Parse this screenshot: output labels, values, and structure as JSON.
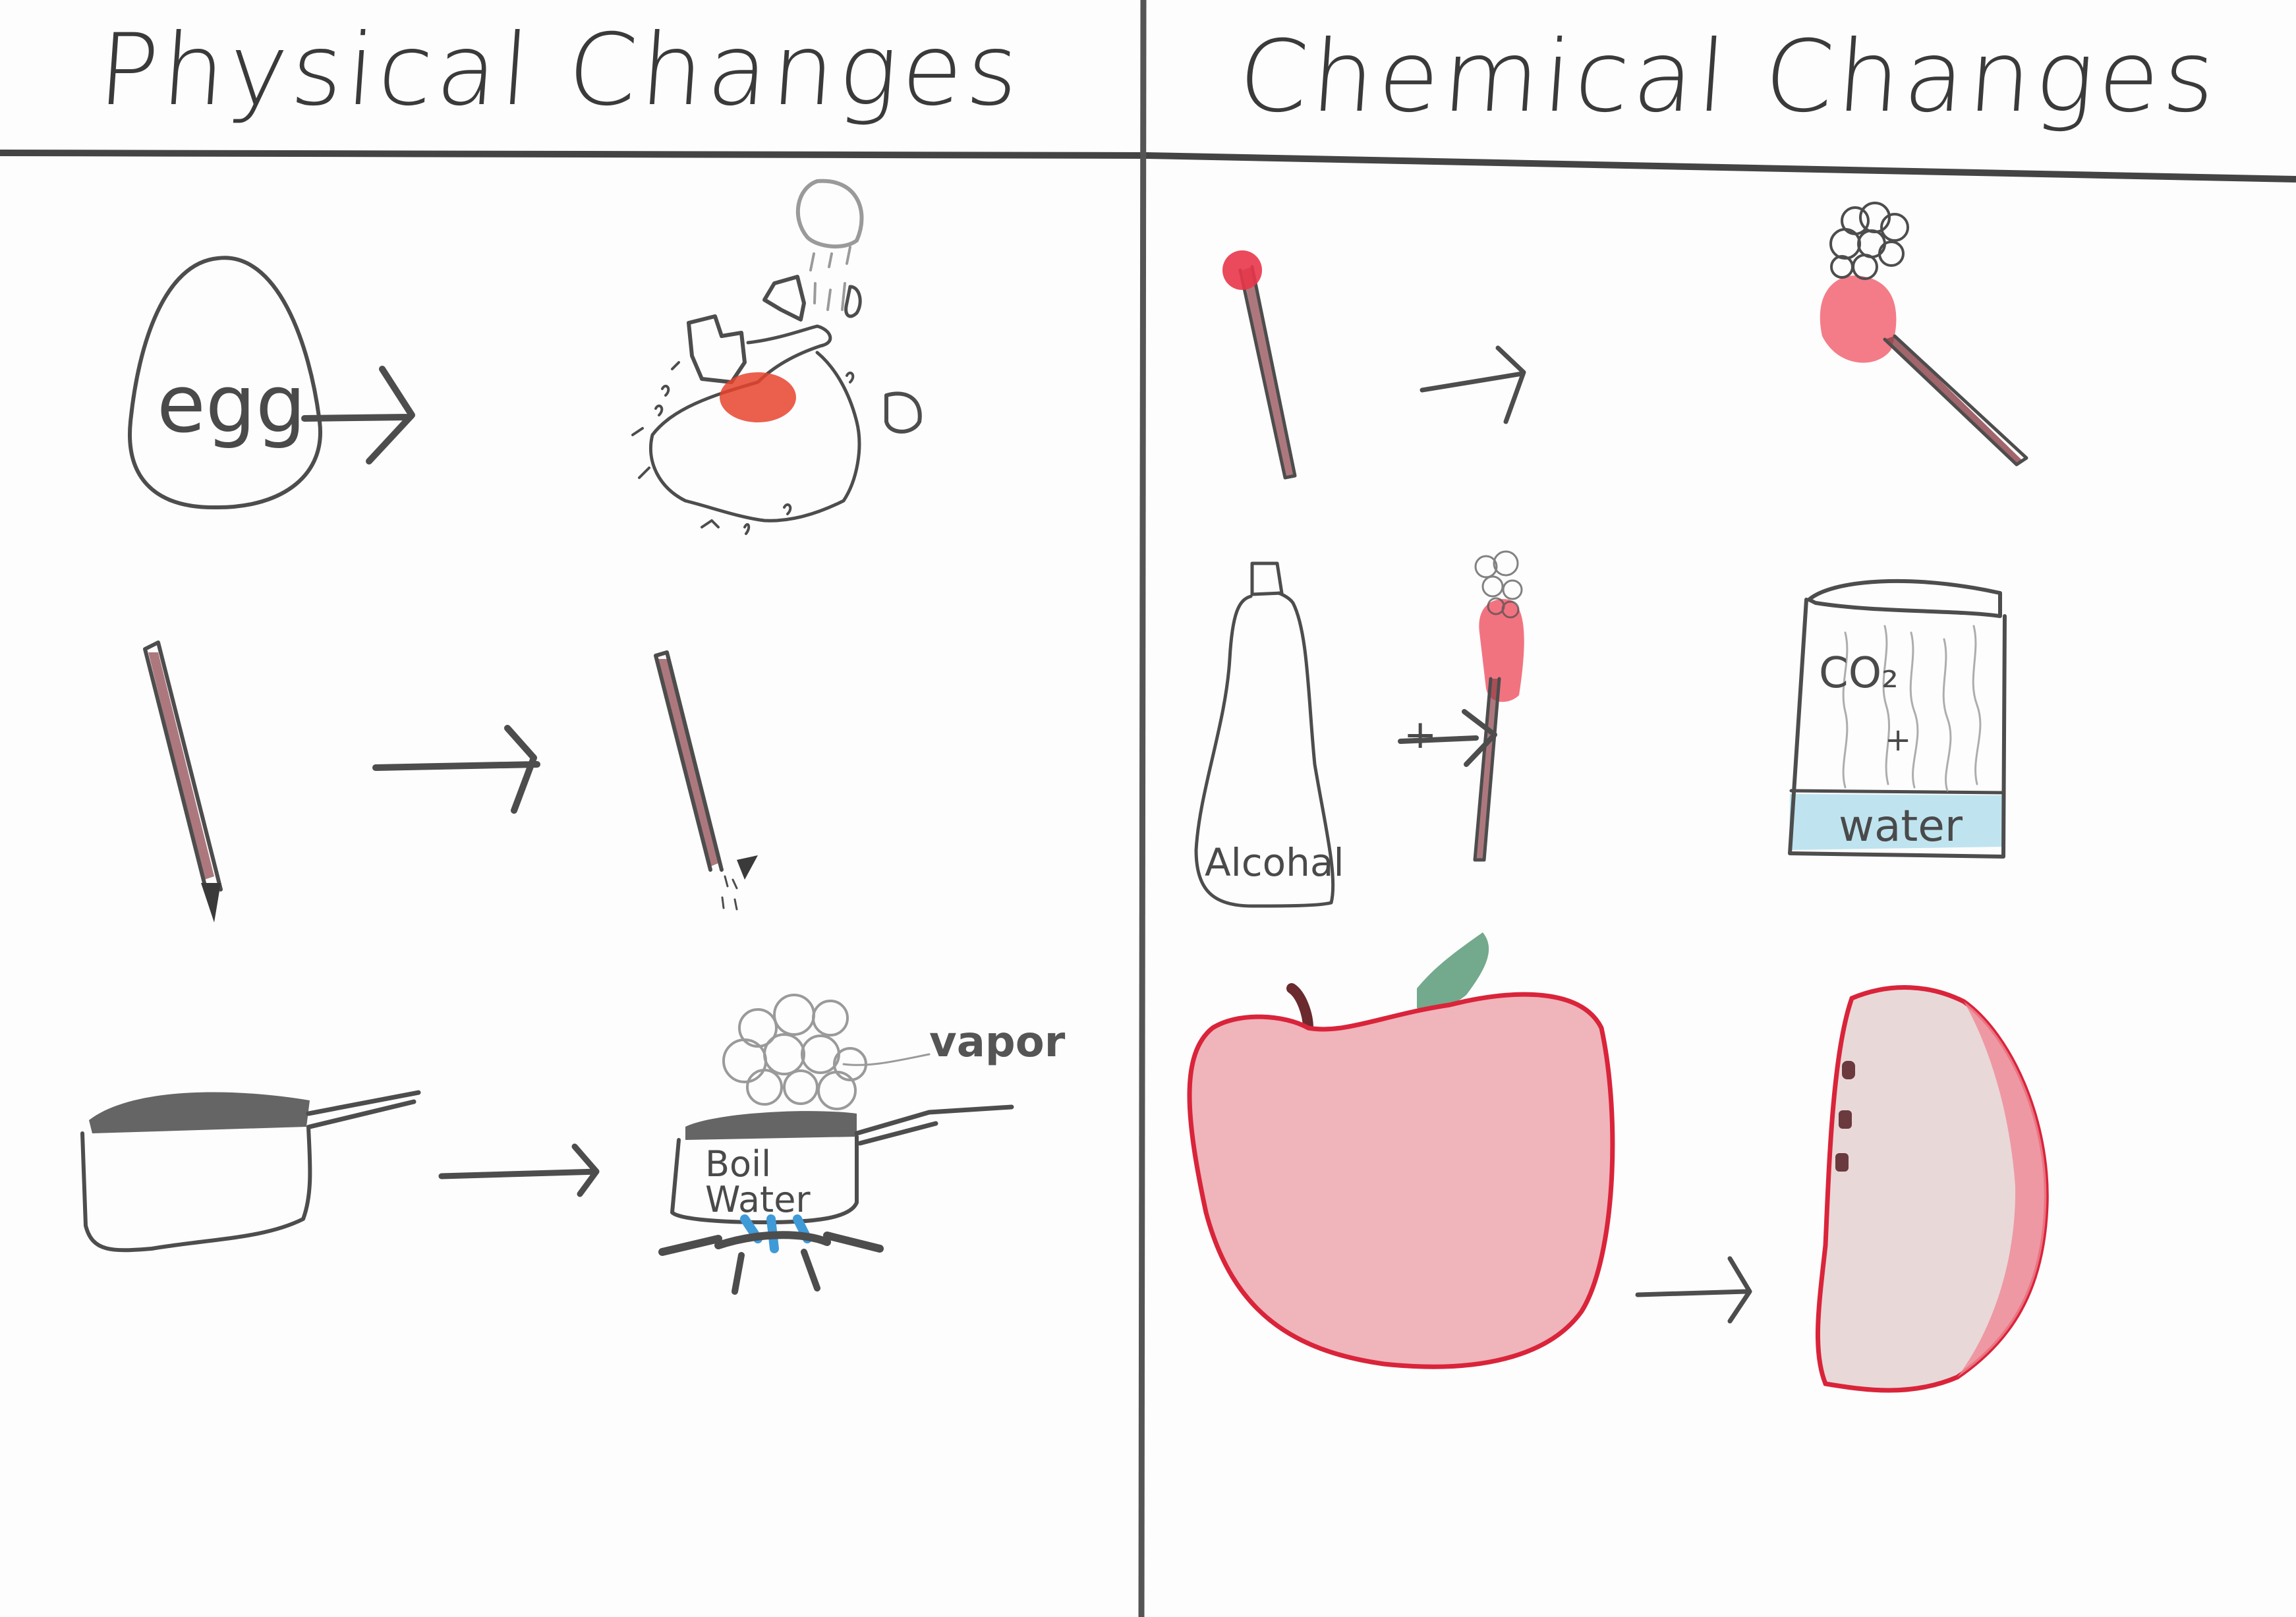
{
  "columns": {
    "left": {
      "title": "Physical Changes"
    },
    "right": {
      "title": "Chemical Changes"
    }
  },
  "physical_changes": [
    {
      "before": "egg",
      "before_label": "egg",
      "after": "cracked egg",
      "arrow": "→"
    },
    {
      "before": "pencil",
      "after": "pencil with broken tip",
      "arrow": "→"
    },
    {
      "before": "empty pot",
      "after": "pot on stove",
      "arrow": "→",
      "after_label": "Boil Water",
      "steam_label": "vapor"
    }
  ],
  "chemical_changes": [
    {
      "before": "match",
      "after": "burning match",
      "arrow": "→"
    },
    {
      "before": "alcohol bottle",
      "before_label": "Alcohal",
      "plus": "+",
      "with": "burning match",
      "arrow": "→",
      "after": "beaker",
      "after_labels": {
        "gas": "CO₂",
        "plus": "+",
        "liquid": "water"
      }
    },
    {
      "before": "apple",
      "after": "cut apple half",
      "arrow": "→"
    }
  ],
  "colors": {
    "pencil": "#4d4d4d",
    "egg_yolk": "#e8432e",
    "match_head": "#e8364a",
    "flame": "#ef5060",
    "stick": "#8a3f46",
    "water": "#bfe4f0",
    "burner_flame": "#3f9ad8",
    "apple_outline": "#d9243a",
    "apple_fill": "#f0b4bb",
    "leaf": "#5a9a78",
    "stem": "#6a2a2e",
    "apple_flesh": "#e9d8d8",
    "seed": "#6b3a3e"
  }
}
